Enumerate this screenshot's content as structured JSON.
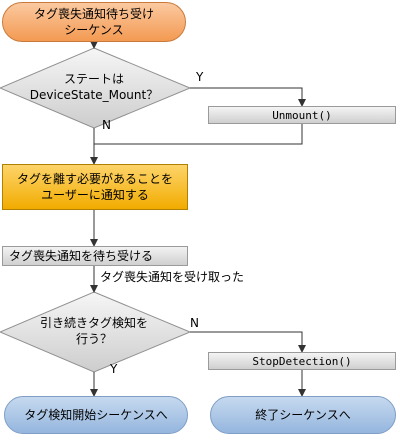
{
  "start_node": {
    "line1": "タグ喪失通知待ち受け",
    "line2": "シーケンス"
  },
  "decision_state": {
    "line1": "ステートは",
    "line2": "DeviceState_Mount？",
    "yes": "Y",
    "no": "N"
  },
  "unmount_call": "Unmount()",
  "notify_node": {
    "line1": "タグを離す必要があることを",
    "line2": "ユーザーに通知する"
  },
  "wait_node": "タグ喪失通知を待ち受ける",
  "received_label": "タグ喪失通知を受け取った",
  "decision_continue": {
    "line1": "引き続きタグ検知を",
    "line2": "行う？",
    "yes": "Y",
    "no": "N"
  },
  "stop_detection_call": "StopDetection()",
  "end_detection_start": "タグ検知開始シーケンスへ",
  "end_finish": "終了シーケンスへ",
  "colors": {
    "start_fill": "#f7b27a",
    "notify_fill": "#f5b800",
    "end_fill": "#a9c4e5",
    "decision_fill": "#e0e0e0",
    "process_fill": "#dcdcdc"
  }
}
